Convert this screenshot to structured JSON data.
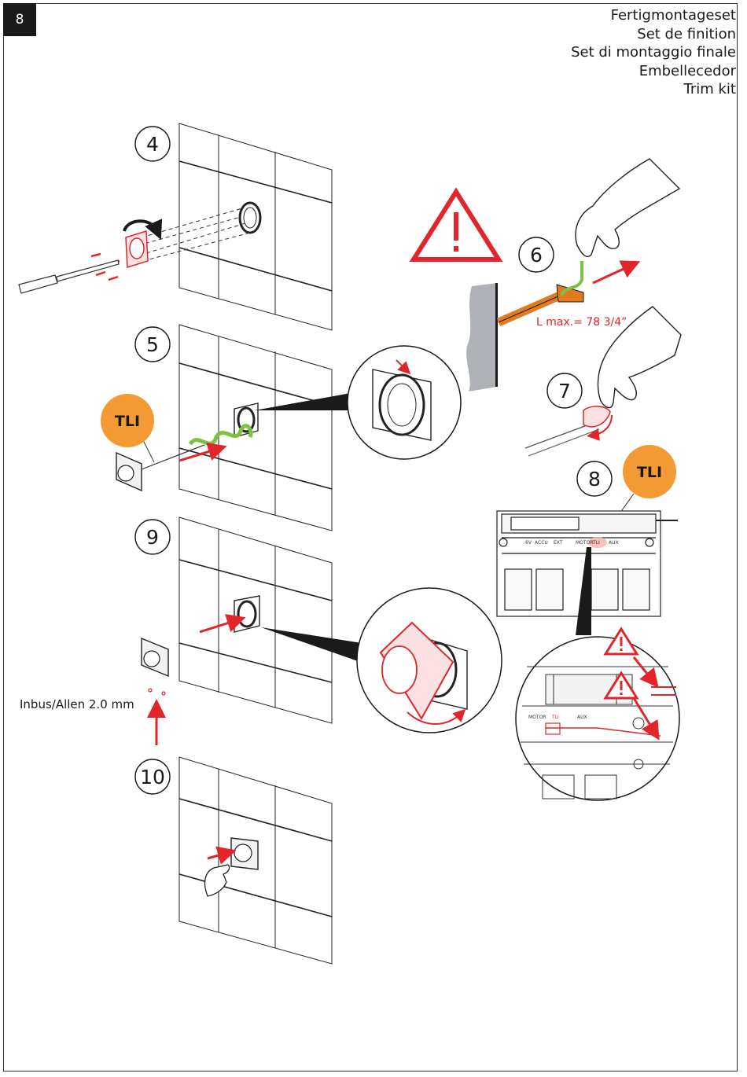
{
  "page": {
    "number": "8"
  },
  "header": {
    "titles": [
      "Fertigmontageset",
      "Set de finition",
      "Set di montaggio finale",
      "Embellecedor",
      "Trim kit"
    ]
  },
  "steps": [
    {
      "label": "4"
    },
    {
      "label": "5"
    },
    {
      "label": "6"
    },
    {
      "label": "7"
    },
    {
      "label": "8"
    },
    {
      "label": "9"
    },
    {
      "label": "10"
    }
  ],
  "badges": {
    "tli": "TLI"
  },
  "notes": {
    "length_max": "L max.= 78 3/4”",
    "allen": "Inbus/Allen 2.0 mm"
  },
  "board_labels": [
    "6V",
    "ACCU",
    "EXT",
    "MOTOR",
    "TLI",
    "AUX"
  ],
  "colors": {
    "accent_red": "#e2252b",
    "badge_orange": "#f39a34",
    "wire_green": "#7dc242",
    "pull_orange": "#e07b1f"
  },
  "icons": [
    "warning-icon",
    "screwdriver-icon",
    "hand-icon",
    "rotate-arrow-icon",
    "arrow-icon"
  ]
}
